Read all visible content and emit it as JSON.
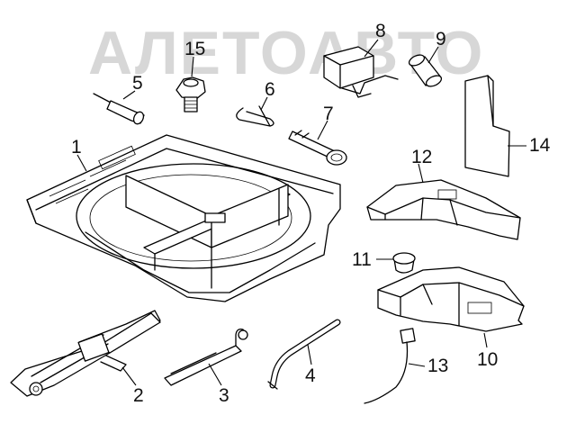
{
  "watermark": "АЛЕТОАВТО",
  "callouts": {
    "c1": "1",
    "c2": "2",
    "c3": "3",
    "c4": "4",
    "c5": "5",
    "c6": "6",
    "c7": "7",
    "c8": "8",
    "c9": "9",
    "c10": "10",
    "c11": "11",
    "c12": "12",
    "c13": "13",
    "c14": "14",
    "c15": "15"
  },
  "colors": {
    "ink": "#000000",
    "watermark": "#d7d7d7",
    "background": "#ffffff"
  }
}
